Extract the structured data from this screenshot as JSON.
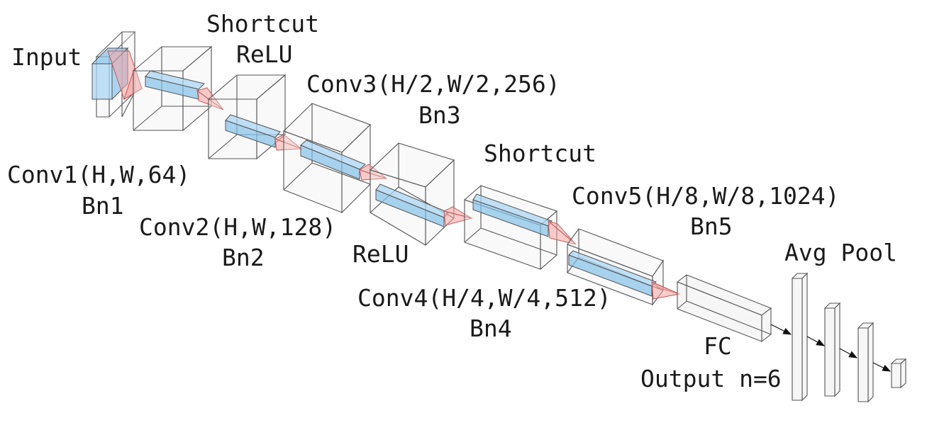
{
  "labels": {
    "input": "Input",
    "shortcut1": "Shortcut",
    "relu1": "ReLU",
    "conv1": "Conv1(H,W,64)",
    "bn1": "Bn1",
    "conv2": "Conv2(H,W,128)",
    "bn2": "Bn2",
    "conv3": "Conv3(H/2,W/2,256)",
    "bn3": "Bn3",
    "relu2": "ReLU",
    "shortcut2": "Shortcut",
    "conv4": "Conv4(H/4,W/4,512)",
    "bn4": "Bn4",
    "conv5": "Conv5(H/8,W/8,1024)",
    "bn5": "Bn5",
    "avg_pool": "Avg Pool",
    "fc": "FC",
    "output": "Output n=6"
  },
  "colors": {
    "feature_map": "#a9d6f3",
    "kernel": "#f5a3a3",
    "box_edge": "#555555"
  }
}
